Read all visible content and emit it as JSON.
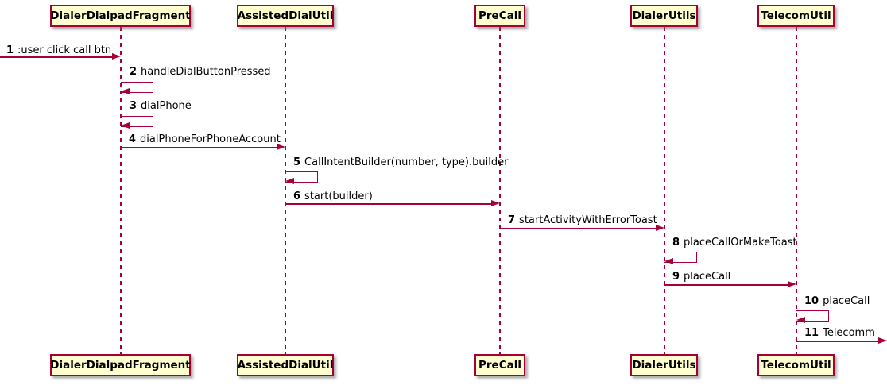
{
  "diagram": {
    "type": "sequence",
    "colors": {
      "line": "#A80036",
      "participant_fill": "#FEFECE",
      "text": "#000000",
      "background": "#FFFFFF"
    },
    "participants": [
      {
        "name": "DialerDialpadFragment"
      },
      {
        "name": "AssistedDialUtil"
      },
      {
        "name": "PreCall"
      },
      {
        "name": "DialerUtils"
      },
      {
        "name": "TelecomUtil"
      }
    ],
    "messages": [
      {
        "num": "1",
        "text": ":user click call btn",
        "from": "external",
        "to": "DialerDialpadFragment",
        "kind": "call"
      },
      {
        "num": "2",
        "text": "handleDialButtonPressed",
        "from": "DialerDialpadFragment",
        "to": "DialerDialpadFragment",
        "kind": "self"
      },
      {
        "num": "3",
        "text": "dialPhone",
        "from": "DialerDialpadFragment",
        "to": "DialerDialpadFragment",
        "kind": "self"
      },
      {
        "num": "4",
        "text": "dialPhoneForPhoneAccount",
        "from": "DialerDialpadFragment",
        "to": "AssistedDialUtil",
        "kind": "call"
      },
      {
        "num": "5",
        "text": "CallIntentBuilder(number, type).builder",
        "from": "AssistedDialUtil",
        "to": "AssistedDialUtil",
        "kind": "self"
      },
      {
        "num": "6",
        "text": "start(builder)",
        "from": "AssistedDialUtil",
        "to": "PreCall",
        "kind": "call"
      },
      {
        "num": "7",
        "text": "startActivityWithErrorToast",
        "from": "PreCall",
        "to": "DialerUtils",
        "kind": "call"
      },
      {
        "num": "8",
        "text": "placeCallOrMakeToast",
        "from": "DialerUtils",
        "to": "DialerUtils",
        "kind": "self"
      },
      {
        "num": "9",
        "text": "placeCall",
        "from": "DialerUtils",
        "to": "TelecomUtil",
        "kind": "call"
      },
      {
        "num": "10",
        "text": "placeCall",
        "from": "TelecomUtil",
        "to": "TelecomUtil",
        "kind": "self"
      },
      {
        "num": "11",
        "text": "Telecomm",
        "from": "TelecomUtil",
        "to": "external",
        "kind": "call"
      }
    ]
  }
}
